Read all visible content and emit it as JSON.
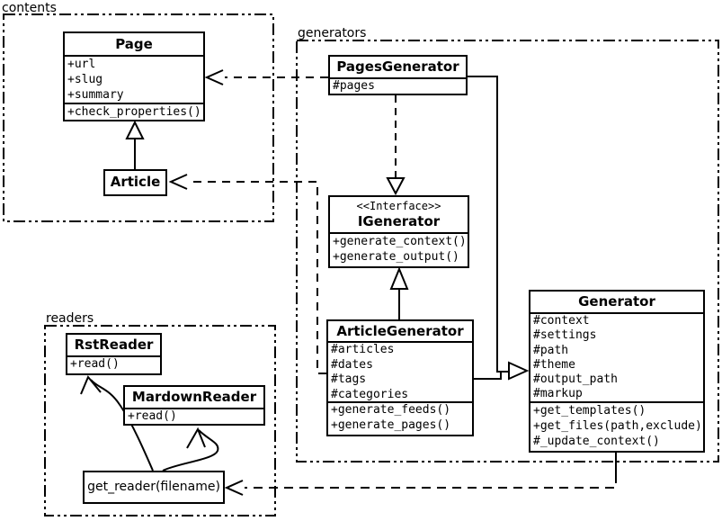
{
  "packages": {
    "contents": {
      "label": "contents"
    },
    "generators": {
      "label": "generators"
    },
    "readers": {
      "label": "readers"
    }
  },
  "classes": {
    "page": {
      "title": "Page",
      "attributes": [
        "+url",
        "+slug",
        "+summary"
      ],
      "methods": [
        "+check_properties()"
      ]
    },
    "article": {
      "title": "Article"
    },
    "pages_generator": {
      "title": "PagesGenerator",
      "attributes": [
        "#pages"
      ]
    },
    "igenerator": {
      "stereotype": "<<Interface>>",
      "title": "IGenerator",
      "methods": [
        "+generate_context()",
        "+generate_output()"
      ]
    },
    "article_generator": {
      "title": "ArticleGenerator",
      "attributes": [
        "#articles",
        "#dates",
        "#tags",
        "#categories"
      ],
      "methods": [
        "+generate_feeds()",
        "+generate_pages()"
      ]
    },
    "generator": {
      "title": "Generator",
      "attributes": [
        "#context",
        "#settings",
        "#path",
        "#theme",
        "#output_path",
        "#markup"
      ],
      "methods": [
        "+get_templates()",
        "+get_files(path,exclude)",
        "#_update_context()"
      ]
    },
    "rst_reader": {
      "title": "RstReader",
      "methods": [
        "+read()"
      ]
    },
    "mardown_reader": {
      "title": "MardownReader",
      "methods": [
        "+read()"
      ]
    },
    "get_reader": {
      "label": "get_reader(filename)"
    }
  },
  "relationships": [
    {
      "from": "Article",
      "to": "Page",
      "type": "inheritance",
      "line": "solid"
    },
    {
      "from": "PagesGenerator",
      "to": "Page",
      "type": "dependency",
      "line": "dashed"
    },
    {
      "from": "ArticleGenerator",
      "to": "Article",
      "type": "dependency",
      "line": "dashed"
    },
    {
      "from": "PagesGenerator",
      "to": "IGenerator",
      "type": "realization",
      "line": "dashed"
    },
    {
      "from": "ArticleGenerator",
      "to": "IGenerator",
      "type": "inheritance",
      "line": "solid"
    },
    {
      "from": "PagesGenerator",
      "to": "Generator",
      "type": "inheritance",
      "line": "solid"
    },
    {
      "from": "ArticleGenerator",
      "to": "Generator",
      "type": "inheritance",
      "line": "solid"
    },
    {
      "from": "Generator",
      "to": "get_reader(filename)",
      "type": "dependency",
      "line": "dashed"
    },
    {
      "from": "get_reader(filename)",
      "to": "RstReader",
      "type": "arrow",
      "line": "curved"
    },
    {
      "from": "get_reader(filename)",
      "to": "MardownReader",
      "type": "arrow",
      "line": "curved"
    }
  ],
  "colors": {
    "line": "#000000",
    "background": "#ffffff",
    "box_fill": "#ffffff"
  }
}
